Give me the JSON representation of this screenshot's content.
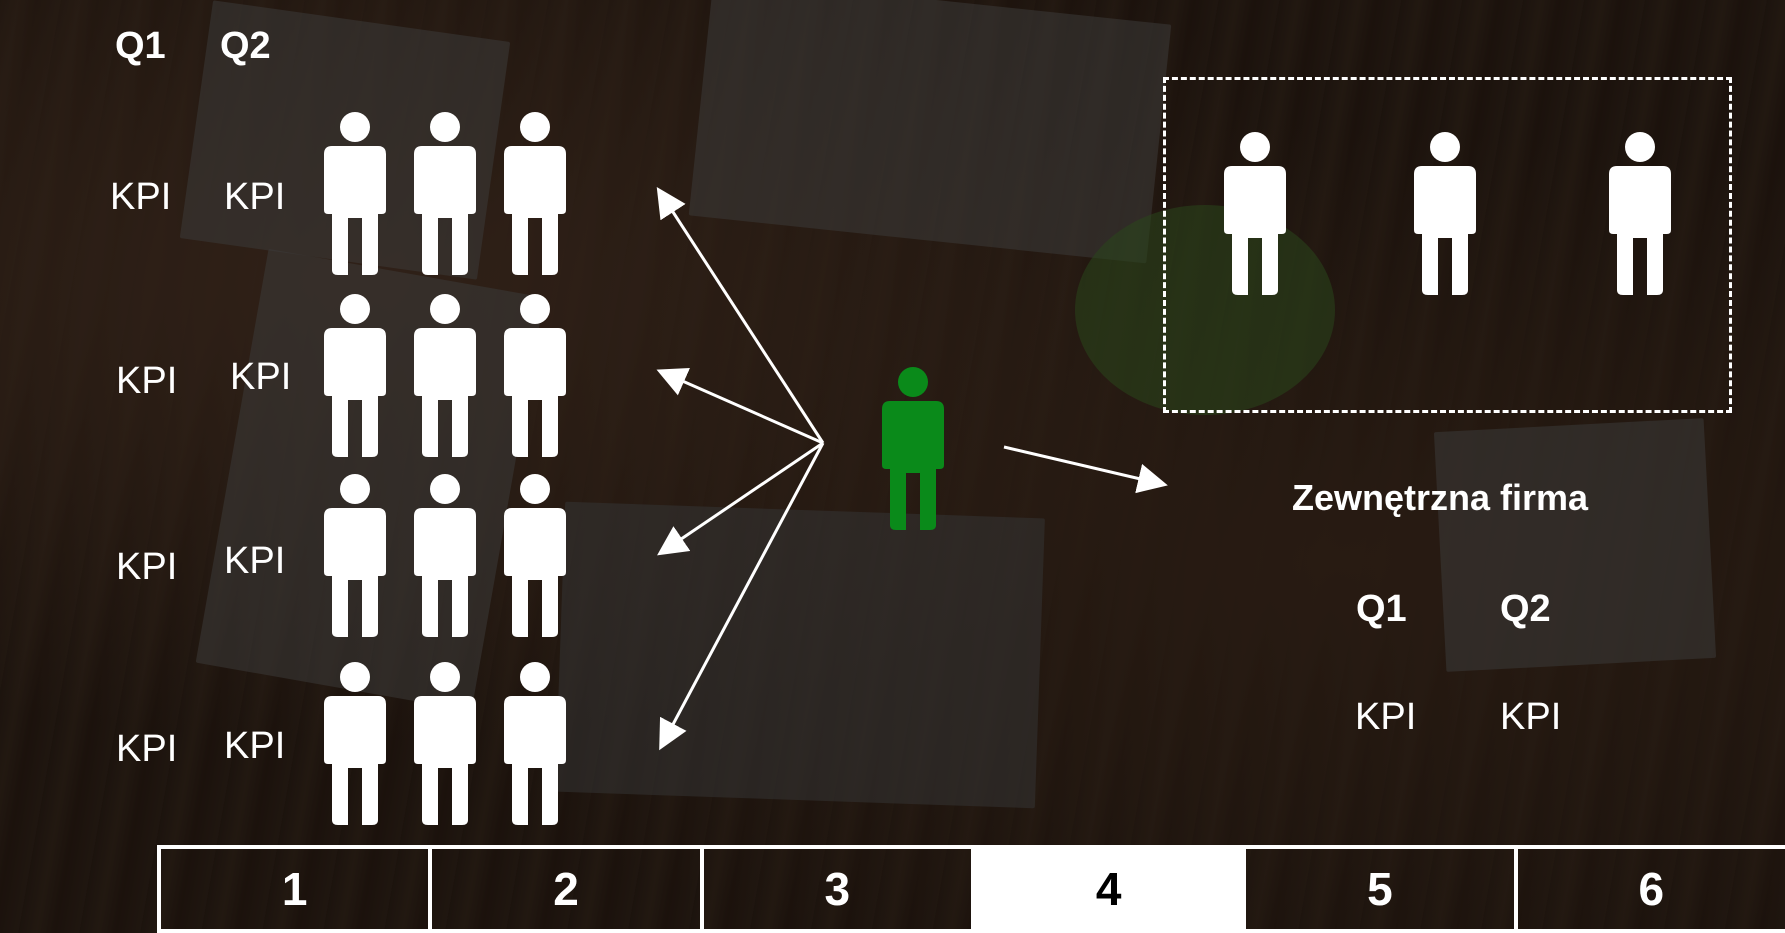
{
  "left_panel": {
    "headers": [
      "Q1",
      "Q2"
    ],
    "rows": [
      {
        "kpi1": "KPI",
        "kpi2": "KPI"
      },
      {
        "kpi1": "KPI",
        "kpi2": "KPI"
      },
      {
        "kpi1": "KPI",
        "kpi2": "KPI"
      },
      {
        "kpi1": "KPI",
        "kpi2": "KPI"
      }
    ]
  },
  "external": {
    "label": "Zewnętrzna firma",
    "headers": [
      "Q1",
      "Q2"
    ],
    "kpis": [
      "KPI",
      "KPI"
    ]
  },
  "tabs": [
    {
      "label": "1",
      "active": false
    },
    {
      "label": "2",
      "active": false
    },
    {
      "label": "3",
      "active": false
    },
    {
      "label": "4",
      "active": true
    },
    {
      "label": "5",
      "active": false
    },
    {
      "label": "6",
      "active": false
    }
  ],
  "colors": {
    "manager": "#0a8a1a",
    "person": "#ffffff"
  },
  "icons": [
    "person-icon",
    "manager-icon",
    "arrow-icon"
  ]
}
